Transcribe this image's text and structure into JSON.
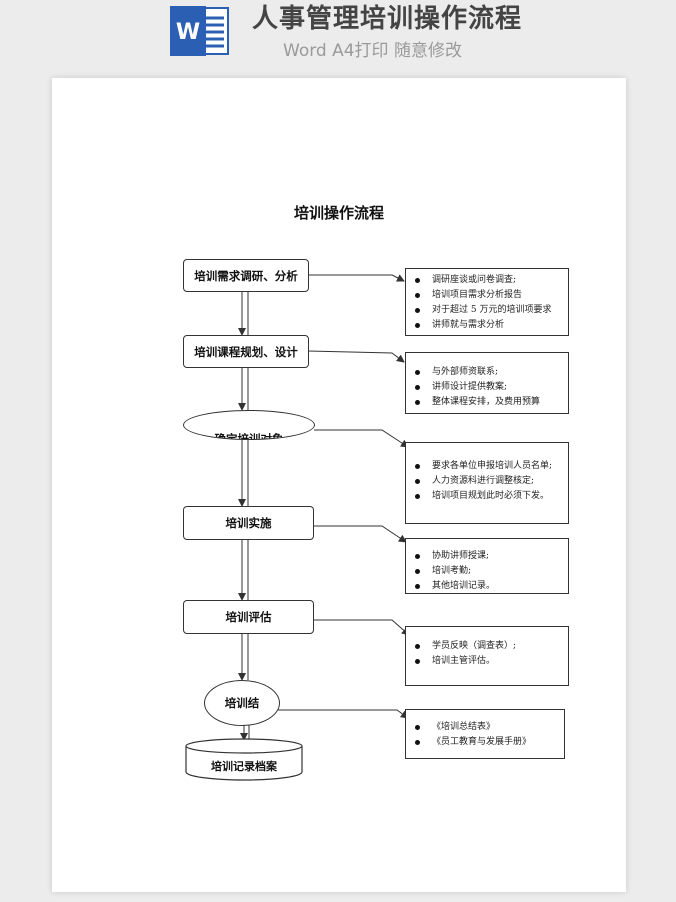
{
  "header": {
    "logo_letter": "W",
    "title": "人事管理培训操作流程",
    "subtitle": "Word A4打印 随意修改"
  },
  "doc": {
    "title": "培训操作流程",
    "steps": [
      {
        "label": "培训需求调研、分析"
      },
      {
        "label": "培训课程规划、设计"
      },
      {
        "label": "确定培训对象"
      },
      {
        "label": "培训实施"
      },
      {
        "label": "培训评估"
      },
      {
        "label": "培训结"
      },
      {
        "label": "培训记录档案"
      }
    ],
    "notes": [
      {
        "items": [
          "调研座谈或问卷调查;",
          "培训项目需求分析报告",
          "对于超过 5 万元的培训项要求",
          "讲师就与需求分析"
        ]
      },
      {
        "items": [
          "与外部师资联系;",
          "讲师设计提供教案;",
          "整体课程安排，及费用预算"
        ]
      },
      {
        "items": [
          "要求各单位申报培训人员名单;",
          "人力资源科进行调整核定;",
          "培训项目规划此时必须下发。"
        ]
      },
      {
        "items": [
          "协助讲师授课;",
          "培训考勤;",
          "其他培训记录。"
        ]
      },
      {
        "items": [
          "学员反映（调查表）;",
          "培训主管评估。"
        ]
      },
      {
        "items": [
          "《培训总结表》",
          "《员工教育与发展手册》"
        ]
      }
    ]
  },
  "colors": {
    "word_blue": "#2b5fb4",
    "line": "#333333"
  }
}
